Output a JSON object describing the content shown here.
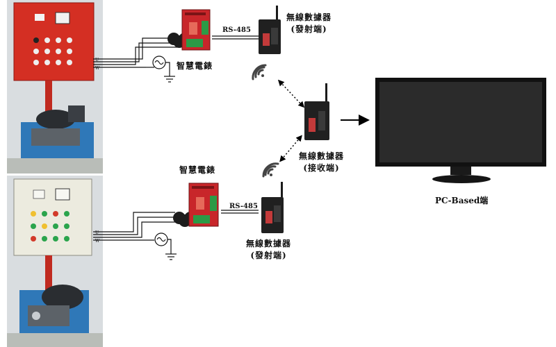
{
  "labels": {
    "meter_top": "智慧電錶",
    "meter_bottom": "智慧電錶",
    "rs485_top": "RS-485",
    "rs485_bottom": "RS-485",
    "tx_top_name": "無線數據器",
    "tx_top_role": "(發射端)",
    "rx_name": "無線數據器",
    "rx_role": "(接收端)",
    "tx_bottom_name": "無線數據器",
    "tx_bottom_role": "(發射端)",
    "pc": "PC-Based端"
  },
  "colors": {
    "panel_red": "#d42f23",
    "panel_cream": "#ecebdf",
    "base_blue": "#2f78b8",
    "meter_red": "#c8262a",
    "terminal_green": "#2c9a46",
    "device_dark": "#202020",
    "monitor_frame": "#111111",
    "monitor_screen": "#2b2b2b"
  },
  "icons": {
    "wifi_top": "wifi-icon",
    "wifi_bottom": "wifi-icon",
    "ac_source": "ac-source-icon",
    "ground": "ground-icon"
  }
}
